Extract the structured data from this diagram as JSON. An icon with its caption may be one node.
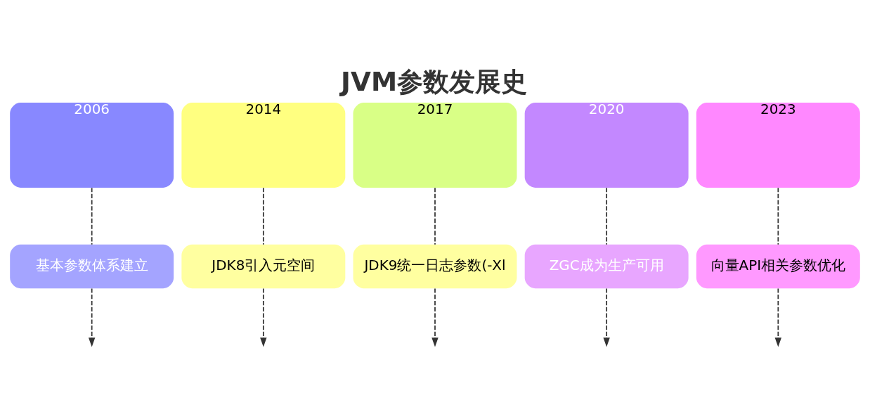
{
  "diagram": {
    "title": "JVM参数发展史",
    "nodes": [
      {
        "text": [
          "2006"
        ]
      },
      {
        "text": [
          "2014"
        ]
      },
      {
        "text": [
          "2017"
        ]
      },
      {
        "text": [
          "2020"
        ]
      },
      {
        "text": [
          "2023"
        ]
      },
      {
        "text": [
          "基本参数体系建立"
        ]
      },
      {
        "text": [
          "JDK8引入元空间"
        ]
      },
      {
        "text": [
          "JDK9统一日志参数(-Xl"
        ]
      },
      {
        "text": [
          "ZGC成为生产可用"
        ]
      },
      {
        "text": [
          "向量API相关参数优化"
        ]
      }
    ],
    "edges": [
      {
        "from": 0,
        "to": 5,
        "arrow": "none",
        "style": "dashed"
      },
      {
        "from": 5,
        "to": null,
        "arrow": "to",
        "style": "dashed"
      },
      {
        "from": 1,
        "to": 6,
        "arrow": "none",
        "style": "dashed"
      },
      {
        "from": 6,
        "to": null,
        "arrow": "to",
        "style": "dashed"
      },
      {
        "from": 2,
        "to": 7,
        "arrow": "none",
        "style": "dashed"
      },
      {
        "from": 7,
        "to": null,
        "arrow": "to",
        "style": "dashed"
      },
      {
        "from": 3,
        "to": 8,
        "arrow": "none",
        "style": "dashed"
      },
      {
        "from": 8,
        "to": null,
        "arrow": "to",
        "style": "dashed"
      },
      {
        "from": 4,
        "to": 9,
        "arrow": "none",
        "style": "dashed"
      },
      {
        "from": 9,
        "to": null,
        "arrow": "to",
        "style": "dashed"
      }
    ]
  }
}
